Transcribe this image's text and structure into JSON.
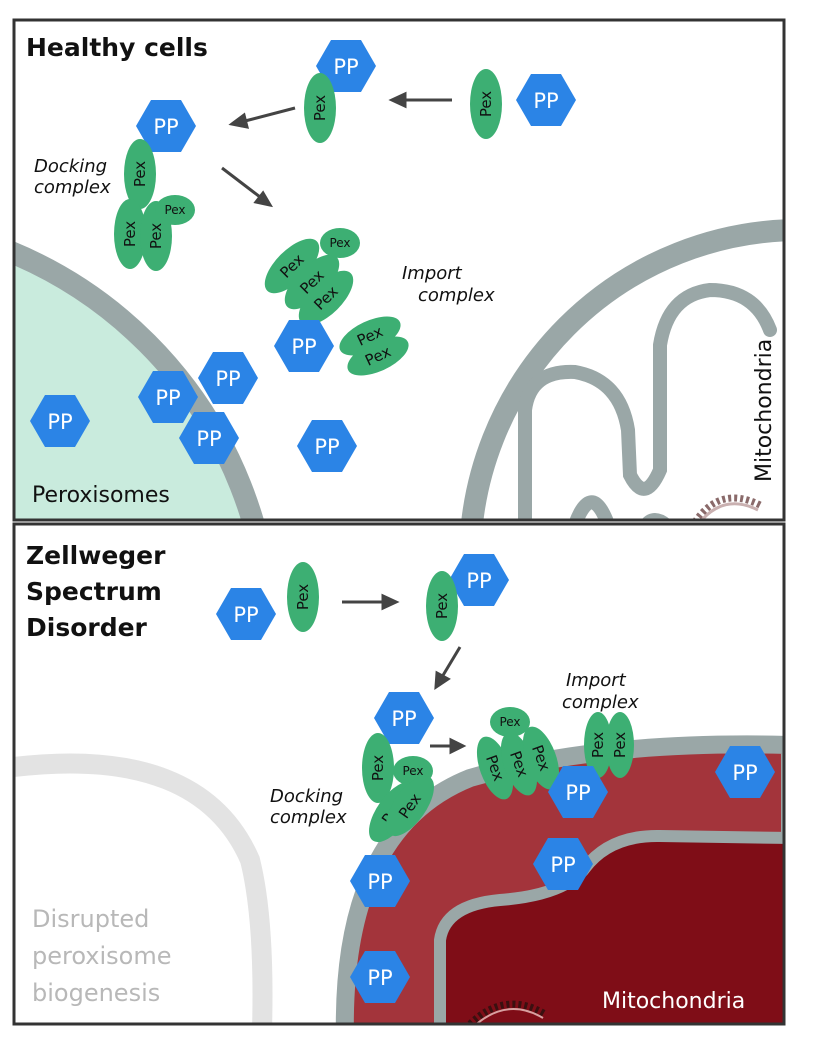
{
  "panels": {
    "healthy": {
      "title": "Healthy cells",
      "docking_label": [
        "Docking",
        "complex"
      ],
      "import_label": [
        "Import",
        "complex"
      ],
      "peroxisomes_label": "Peroxisomes",
      "mitochondria_label": "Mitochondria"
    },
    "disorder": {
      "title": [
        "Zellweger",
        "Spectrum",
        "Disorder"
      ],
      "docking_label": [
        "Docking",
        "complex"
      ],
      "import_label": [
        "Import",
        "complex"
      ],
      "disrupted_label": [
        "Disrupted",
        "peroxisome",
        "biogenesis"
      ],
      "mitochondria_label": "Mitochondria"
    }
  },
  "glyphs": {
    "pp": "PP",
    "pex": "Pex"
  },
  "colors": {
    "pp_blue": "#2b84e6",
    "pex_green": "#3daf73",
    "membrane_grey": "#9aa7a7",
    "peroxisome_fill": "#c9ebdd",
    "mito_outer_fill": "#a3343b",
    "mito_inner_fill": "#7f0d17",
    "border": "#333333"
  }
}
